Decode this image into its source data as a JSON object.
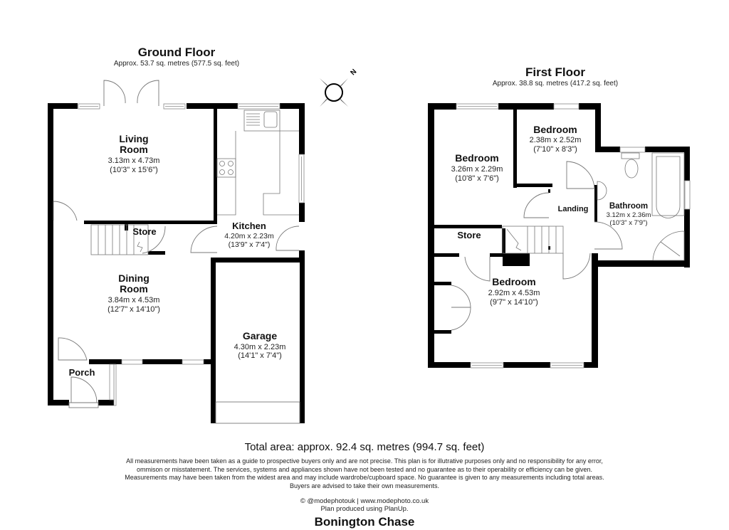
{
  "ground_floor": {
    "title": "Ground Floor",
    "area": "Approx. 53.7 sq. metres (577.5 sq. feet)",
    "rooms": [
      {
        "name_line1": "Living",
        "name_line2": "Room",
        "metric": "3.13m x 4.73m",
        "imperial": "(10'3\" x 15'6\")"
      },
      {
        "name_line1": "Kitchen",
        "metric": "4.20m x 2.23m",
        "imperial": "(13'9\" x 7'4\")"
      },
      {
        "name_line1": "Store"
      },
      {
        "name_line1": "Dining",
        "name_line2": "Room",
        "metric": "3.84m x 4.53m",
        "imperial": "(12'7\" x 14'10\")"
      },
      {
        "name_line1": "Garage",
        "metric": "4.30m x 2.23m",
        "imperial": "(14'1\" x 7'4\")"
      },
      {
        "name_line1": "Porch"
      }
    ]
  },
  "first_floor": {
    "title": "First Floor",
    "area": "Approx. 38.8 sq. metres (417.2 sq. feet)",
    "rooms": [
      {
        "name_line1": "Bedroom",
        "metric": "3.26m x 2.29m",
        "imperial": "(10'8\" x 7'6\")"
      },
      {
        "name_line1": "Bedroom",
        "metric": "2.38m x 2.52m",
        "imperial": "(7'10\" x 8'3\")"
      },
      {
        "name_line1": "Landing"
      },
      {
        "name_line1": "Bathroom",
        "metric": "3.12m x 2.36m",
        "imperial": "(10'3\" x 7'9\")"
      },
      {
        "name_line1": "Store"
      },
      {
        "name_line1": "Bedroom",
        "metric": "2.92m x 4.53m",
        "imperial": "(9'7\" x 14'10\")"
      }
    ]
  },
  "compass": {
    "icon": "north-compass-icon",
    "label": "N"
  },
  "total_area": "Total area: approx. 92.4 sq. metres (994.7 sq. feet)",
  "disclaimer": "All measurements have been taken as a guide to prospective buyers only and are not precise. This plan is for illutrative purposes only and no responsibility for any error, ommison or misstatement. The services, systems and appliances shown have not been tested and no guarantee as to their operability or efficiency can be given. Measurements may have been taken from the widest area and may include wardrobe/cupboard space. No guarantee is given to any measurements including total areas. Buyers are advised to take their own measurements.",
  "credit_line1": "© @modephotouk | www.modephoto.co.uk",
  "credit_line2": "Plan produced using PlanUp.",
  "property_name": "Bonington Chase",
  "colors": {
    "wall": "#000000",
    "fixture": "#777777",
    "background": "#ffffff"
  }
}
